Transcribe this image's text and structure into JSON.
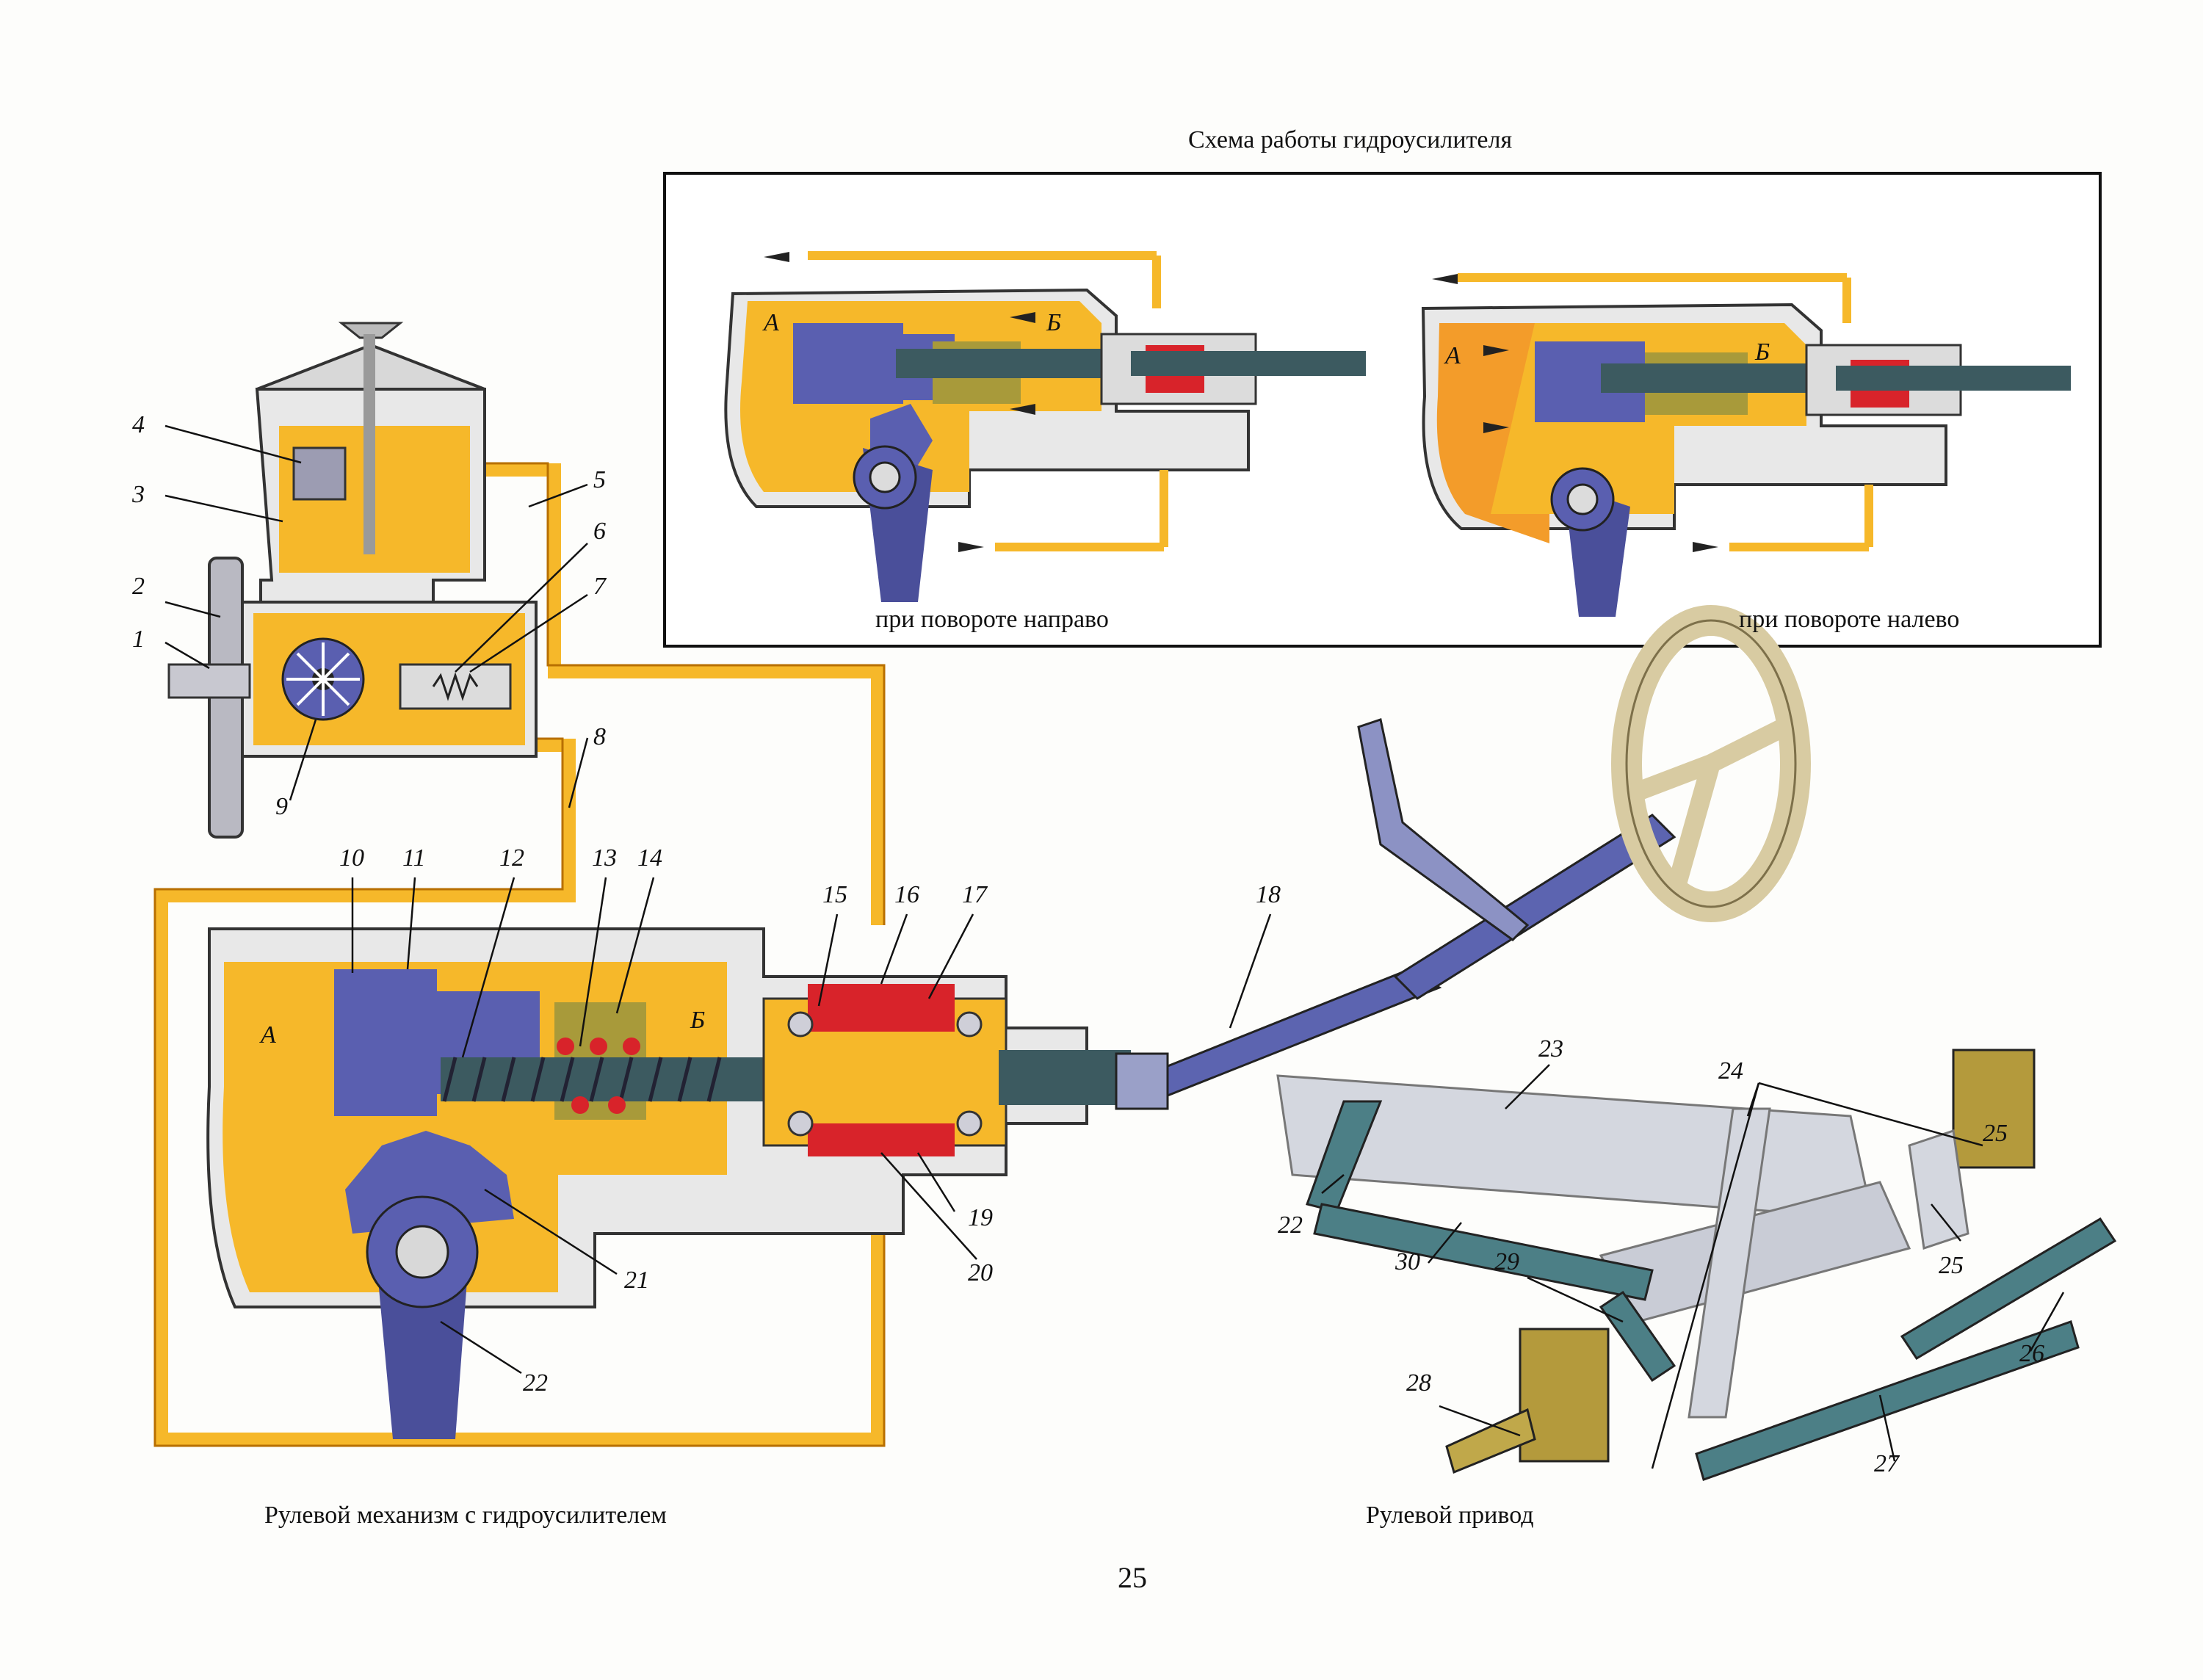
{
  "titles": {
    "scheme_title": "Схема работы гидроусилителя",
    "right_turn": "при повороте направо",
    "left_turn": "при повороте налево",
    "mechanism": "Рулевой механизм с гидроусилителем",
    "drive": "Рулевой привод"
  },
  "page_number": "25",
  "chambers": {
    "a": "А",
    "b": "Б"
  },
  "callouts": [
    "1",
    "2",
    "3",
    "4",
    "5",
    "6",
    "7",
    "8",
    "9",
    "10",
    "11",
    "12",
    "13",
    "14",
    "15",
    "16",
    "17",
    "18",
    "19",
    "20",
    "21",
    "22",
    "22",
    "23",
    "24",
    "25",
    "25",
    "26",
    "27",
    "28",
    "29",
    "30"
  ],
  "colors": {
    "oil": "#f6b82a",
    "oil_dark": "#e79a12",
    "metal": "#5a5fb0",
    "screw": "#3c5a60",
    "casing": "#ececec",
    "brass": "#a89a3a",
    "red": "#d8232a",
    "frame": "#d4d7df",
    "rod": "#4c7f86",
    "wheel": "#d8cba2"
  }
}
